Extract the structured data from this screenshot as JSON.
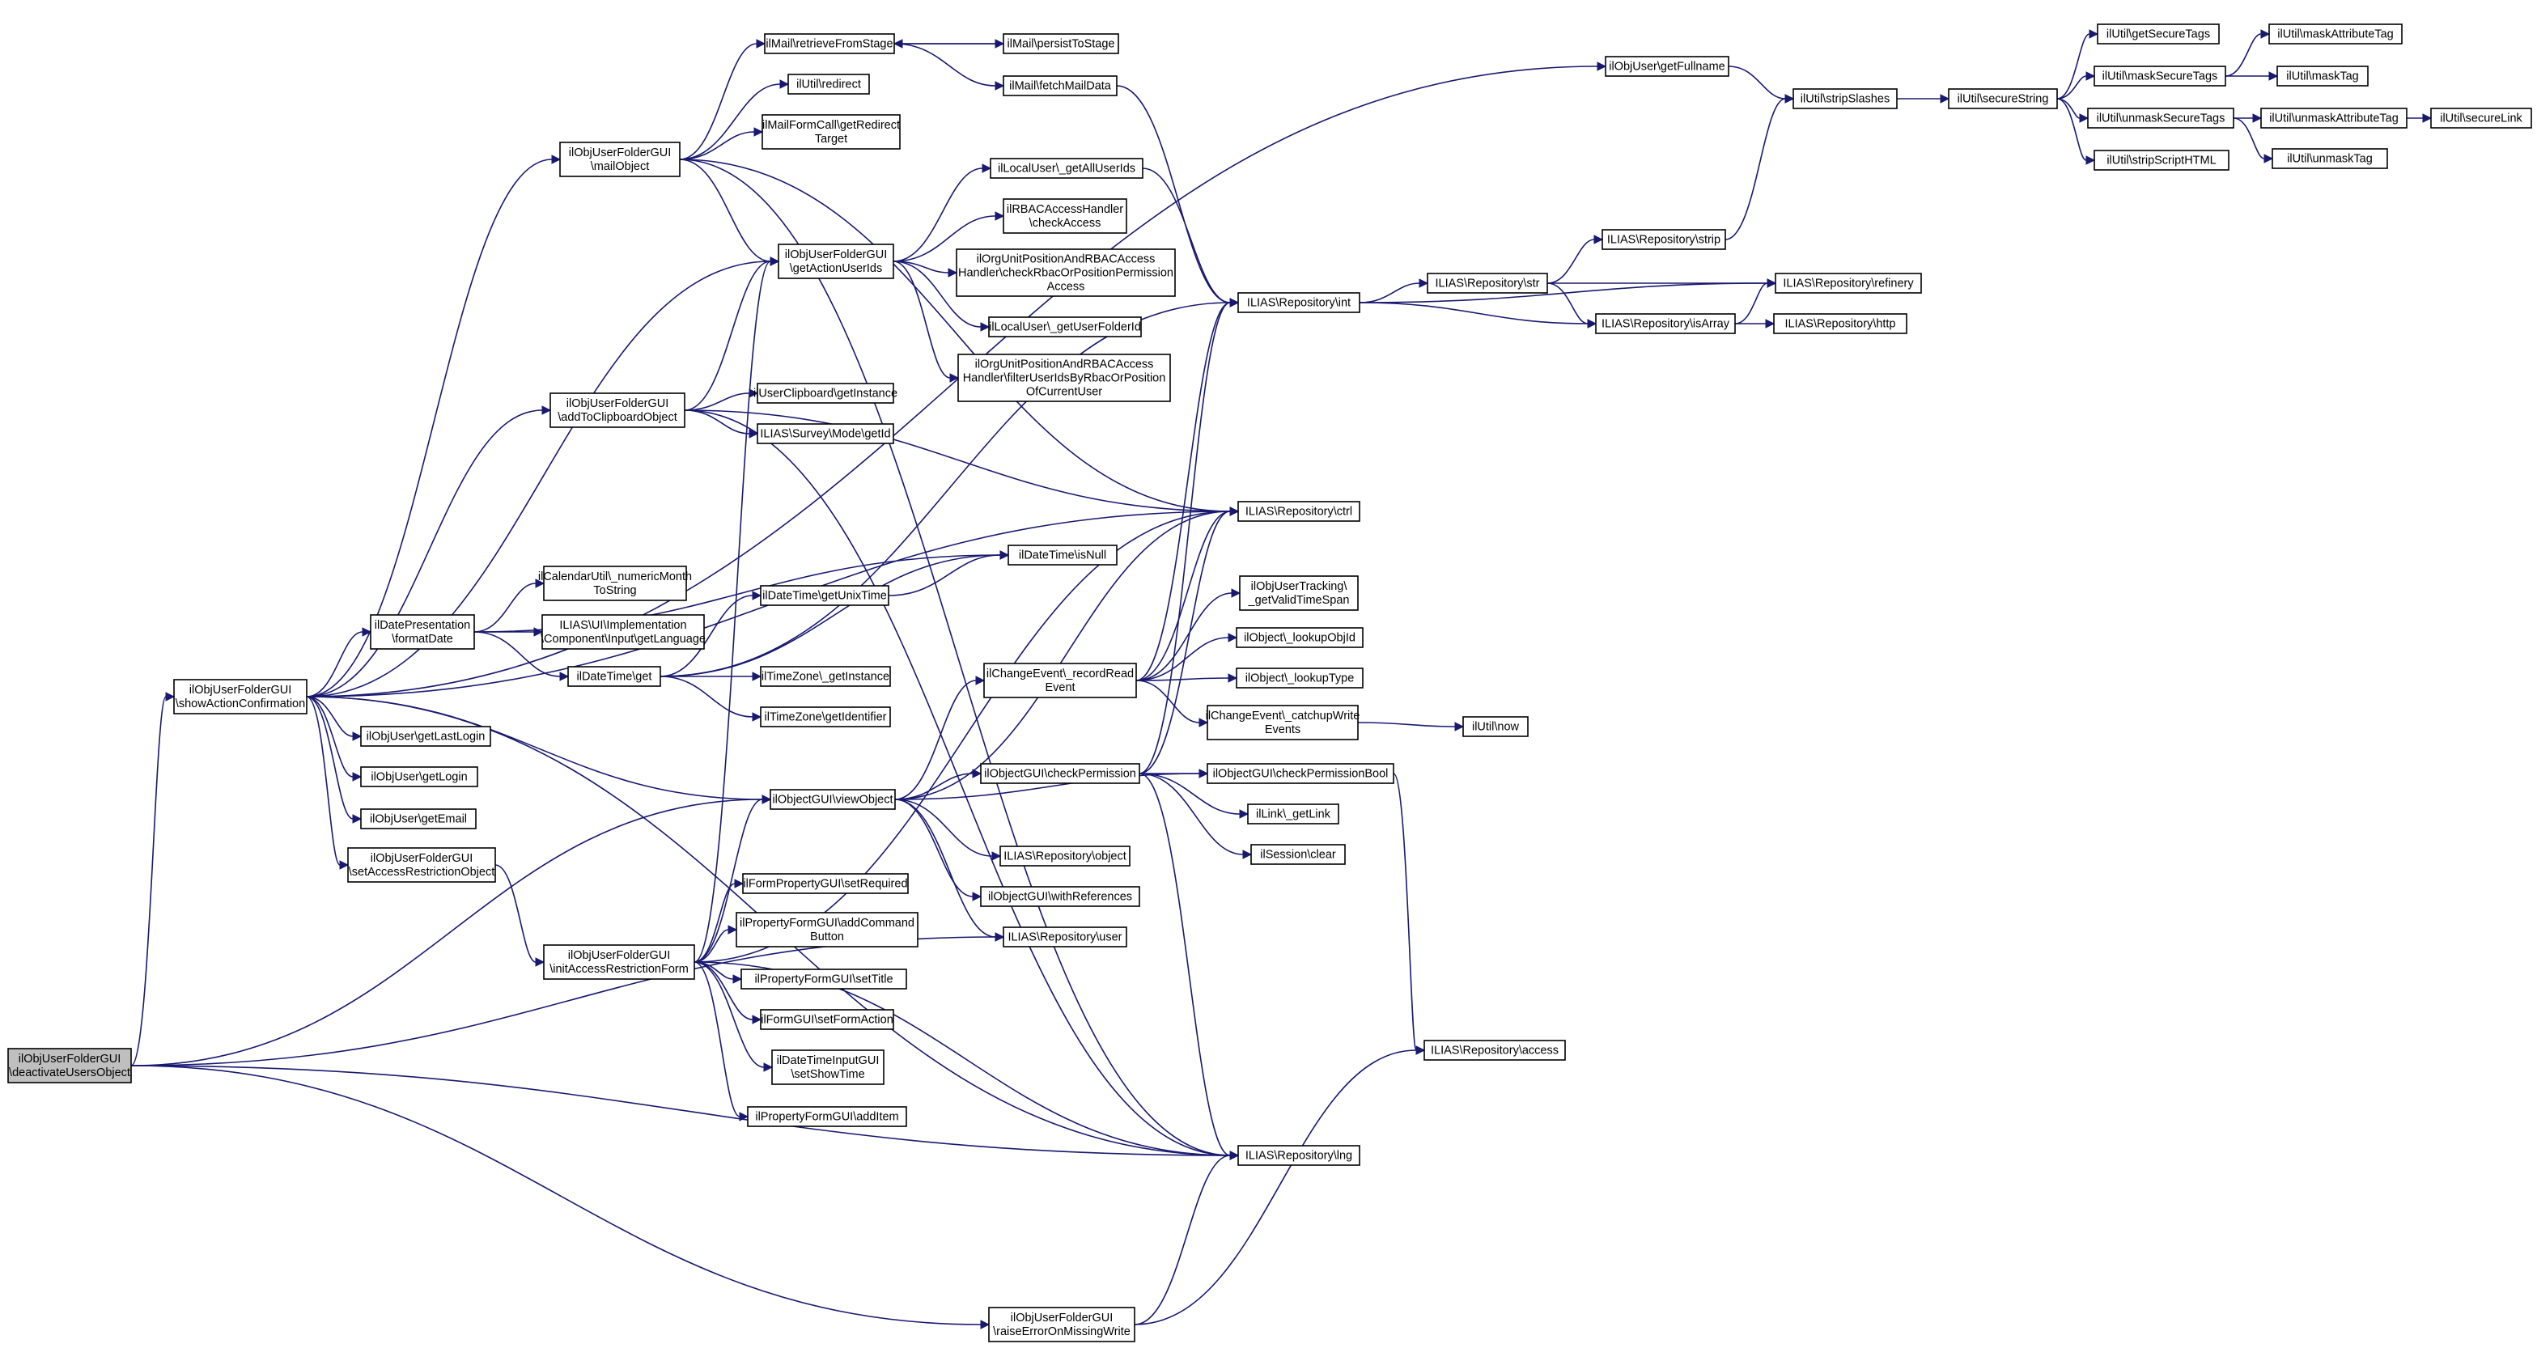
{
  "colors": {
    "edge": "#191970",
    "node_border": "#000000",
    "root_fill": "#bfbfbf",
    "node_fill": "#ffffff"
  },
  "nodes": {
    "n_deactivate": [
      "ilObjUserFolderGUI",
      "\\deactivateUsersObject"
    ],
    "n_showAction": [
      "ilObjUserFolderGUI",
      "\\showActionConfirmation"
    ],
    "n_mailObject": [
      "ilObjUserFolderGUI",
      "\\mailObject"
    ],
    "n_addClip": [
      "ilObjUserFolderGUI",
      "\\addToClipboardObject"
    ],
    "n_getActionUserIds": [
      "ilObjUserFolderGUI",
      "\\getActionUserIds"
    ],
    "n_formatDate": [
      "ilDatePresentation",
      "\\formatDate"
    ],
    "n_getLastLogin": [
      "ilObjUser\\getLastLogin"
    ],
    "n_getLogin": [
      "ilObjUser\\getLogin"
    ],
    "n_getEmail": [
      "ilObjUser\\getEmail"
    ],
    "n_setAccess": [
      "ilObjUserFolderGUI",
      "\\setAccessRestrictionObject"
    ],
    "n_initAccess": [
      "ilObjUserFolderGUI",
      "\\initAccessRestrictionForm"
    ],
    "n_raiseError": [
      "ilObjUserFolderGUI",
      "\\raiseErrorOnMissingWrite"
    ],
    "n_retrieveFromStage": [
      "ilMail\\retrieveFromStage"
    ],
    "n_persistToStage": [
      "ilMail\\persistToStage"
    ],
    "n_fetchMailData": [
      "ilMail\\fetchMailData"
    ],
    "n_redirect": [
      "ilUtil\\redirect"
    ],
    "n_getRedirectTarget": [
      "ilMailFormCall\\getRedirect",
      "Target"
    ],
    "n_getAllUserIds": [
      "ilLocalUser\\_getAllUserIds"
    ],
    "n_checkAccess": [
      "ilRBACAccessHandler",
      "\\checkAccess"
    ],
    "n_checkRbacOrPos": [
      "ilOrgUnitPositionAndRBACAccess",
      "Handler\\checkRbacOrPositionPermission",
      "Access"
    ],
    "n_getUserFolderId": [
      "ilLocalUser\\_getUserFolderId"
    ],
    "n_filterUserIds": [
      "ilOrgUnitPositionAndRBACAccess",
      "Handler\\filterUserIdsByRbacOrPosition",
      "OfCurrentUser"
    ],
    "n_clipGetInstance": [
      "ilUserClipboard\\getInstance"
    ],
    "n_surveyGetId": [
      "ILIAS\\Survey\\Mode\\getId"
    ],
    "n_numericMonth": [
      "ilCalendarUtil\\_numericMonth",
      "ToString"
    ],
    "n_getLanguage": [
      "ILIAS\\UI\\Implementation",
      "\\Component\\Input\\getLanguage"
    ],
    "n_dateGet": [
      "ilDateTime\\get"
    ],
    "n_isNull": [
      "ilDateTime\\isNull"
    ],
    "n_getUnixTime": [
      "ilDateTime\\getUnixTime"
    ],
    "n_tzGetInstance": [
      "ilTimeZone\\_getInstance"
    ],
    "n_tzGetIdentifier": [
      "ilTimeZone\\getIdentifier"
    ],
    "n_viewObject": [
      "ilObjectGUI\\viewObject"
    ],
    "n_setRequired": [
      "ilFormPropertyGUI\\setRequired"
    ],
    "n_addCommandButton": [
      "ilPropertyFormGUI\\addCommand",
      "Button"
    ],
    "n_setTitle": [
      "ilPropertyFormGUI\\setTitle"
    ],
    "n_setFormAction": [
      "ilFormGUI\\setFormAction"
    ],
    "n_setShowTime": [
      "ilDateTimeInputGUI",
      "\\setShowTime"
    ],
    "n_addItem": [
      "ilPropertyFormGUI\\addItem"
    ],
    "n_recordRead": [
      "ilChangeEvent\\_recordRead",
      "Event"
    ],
    "n_checkPermission": [
      "ilObjectGUI\\checkPermission"
    ],
    "n_repoObject": [
      "ILIAS\\Repository\\object"
    ],
    "n_withReferences": [
      "ilObjectGUI\\withReferences"
    ],
    "n_repoUser": [
      "ILIAS\\Repository\\user"
    ],
    "n_getFullname": [
      "ilObjUser\\getFullname"
    ],
    "n_repoInt": [
      "ILIAS\\Repository\\int"
    ],
    "n_repoCtrl": [
      "ILIAS\\Repository\\ctrl"
    ],
    "n_getValidTimeSpan": [
      "ilObjUserTracking\\",
      "_getValidTimeSpan"
    ],
    "n_lookupObjId": [
      "ilObject\\_lookupObjId"
    ],
    "n_lookupType": [
      "ilObject\\_lookupType"
    ],
    "n_catchupWrite": [
      "ilChangeEvent\\_catchupWrite",
      "Events"
    ],
    "n_checkPermissionBool": [
      "ilObjectGUI\\checkPermissionBool"
    ],
    "n_getLink": [
      "ilLink\\_getLink"
    ],
    "n_sessionClear": [
      "ilSession\\clear"
    ],
    "n_repoLng": [
      "ILIAS\\Repository\\lng"
    ],
    "n_repoAccess": [
      "ILIAS\\Repository\\access"
    ],
    "n_utilNow": [
      "ilUtil\\now"
    ],
    "n_stripSlashes": [
      "ilUtil\\stripSlashes"
    ],
    "n_repoStr": [
      "ILIAS\\Repository\\str"
    ],
    "n_repoStrip": [
      "ILIAS\\Repository\\strip"
    ],
    "n_repoIsArray": [
      "ILIAS\\Repository\\isArray"
    ],
    "n_repoRefinery": [
      "ILIAS\\Repository\\refinery"
    ],
    "n_repoHttp": [
      "ILIAS\\Repository\\http"
    ],
    "n_secureString": [
      "ilUtil\\secureString"
    ],
    "n_getSecureTags": [
      "ilUtil\\getSecureTags"
    ],
    "n_maskSecureTags": [
      "ilUtil\\maskSecureTags"
    ],
    "n_unmaskSecureTags": [
      "ilUtil\\unmaskSecureTags"
    ],
    "n_stripScriptHTML": [
      "ilUtil\\stripScriptHTML"
    ],
    "n_maskAttributeTag": [
      "ilUtil\\maskAttributeTag"
    ],
    "n_maskTag": [
      "ilUtil\\maskTag"
    ],
    "n_unmaskAttributeTag": [
      "ilUtil\\unmaskAttributeTag"
    ],
    "n_unmaskTag": [
      "ilUtil\\unmaskTag"
    ],
    "n_secureLink": [
      "ilUtil\\secureLink"
    ]
  },
  "edges": [
    [
      "n_deactivate",
      "n_showAction"
    ],
    [
      "n_deactivate",
      "n_viewObject"
    ],
    [
      "n_deactivate",
      "n_repoUser"
    ],
    [
      "n_deactivate",
      "n_repoLng"
    ],
    [
      "n_deactivate",
      "n_raiseError"
    ],
    [
      "n_showAction",
      "n_mailObject"
    ],
    [
      "n_showAction",
      "n_addClip"
    ],
    [
      "n_showAction",
      "n_getActionUserIds"
    ],
    [
      "n_showAction",
      "n_formatDate"
    ],
    [
      "n_showAction",
      "n_getLastLogin"
    ],
    [
      "n_showAction",
      "n_getLogin"
    ],
    [
      "n_showAction",
      "n_getEmail"
    ],
    [
      "n_showAction",
      "n_setAccess"
    ],
    [
      "n_showAction",
      "n_viewObject"
    ],
    [
      "n_showAction",
      "n_getFullname"
    ],
    [
      "n_showAction",
      "n_repoCtrl"
    ],
    [
      "n_showAction",
      "n_repoLng"
    ],
    [
      "n_mailObject",
      "n_retrieveFromStage"
    ],
    [
      "n_mailObject",
      "n_redirect"
    ],
    [
      "n_mailObject",
      "n_getRedirectTarget"
    ],
    [
      "n_mailObject",
      "n_getActionUserIds"
    ],
    [
      "n_mailObject",
      "n_repoCtrl"
    ],
    [
      "n_mailObject",
      "n_repoLng"
    ],
    [
      "n_retrieveFromStage",
      "n_persistToStage"
    ],
    [
      "n_persistToStage",
      "n_retrieveFromStage"
    ],
    [
      "n_retrieveFromStage",
      "n_fetchMailData"
    ],
    [
      "n_fetchMailData",
      "n_repoInt"
    ],
    [
      "n_addClip",
      "n_getActionUserIds"
    ],
    [
      "n_addClip",
      "n_clipGetInstance"
    ],
    [
      "n_addClip",
      "n_surveyGetId"
    ],
    [
      "n_addClip",
      "n_repoCtrl"
    ],
    [
      "n_addClip",
      "n_repoLng"
    ],
    [
      "n_getActionUserIds",
      "n_getAllUserIds"
    ],
    [
      "n_getActionUserIds",
      "n_checkAccess"
    ],
    [
      "n_getActionUserIds",
      "n_checkRbacOrPos"
    ],
    [
      "n_getActionUserIds",
      "n_getUserFolderId"
    ],
    [
      "n_getActionUserIds",
      "n_filterUserIds"
    ],
    [
      "n_getAllUserIds",
      "n_repoInt"
    ],
    [
      "n_formatDate",
      "n_isNull"
    ],
    [
      "n_formatDate",
      "n_numericMonth"
    ],
    [
      "n_formatDate",
      "n_getLanguage"
    ],
    [
      "n_formatDate",
      "n_dateGet"
    ],
    [
      "n_dateGet",
      "n_getUnixTime"
    ],
    [
      "n_dateGet",
      "n_isNull"
    ],
    [
      "n_dateGet",
      "n_tzGetInstance"
    ],
    [
      "n_dateGet",
      "n_tzGetIdentifier"
    ],
    [
      "n_dateGet",
      "n_repoInt"
    ],
    [
      "n_getUnixTime",
      "n_isNull"
    ],
    [
      "n_setAccess",
      "n_initAccess"
    ],
    [
      "n_initAccess",
      "n_getActionUserIds"
    ],
    [
      "n_initAccess",
      "n_viewObject"
    ],
    [
      "n_initAccess",
      "n_setRequired"
    ],
    [
      "n_initAccess",
      "n_addCommandButton"
    ],
    [
      "n_initAccess",
      "n_setTitle"
    ],
    [
      "n_initAccess",
      "n_setFormAction"
    ],
    [
      "n_initAccess",
      "n_setShowTime"
    ],
    [
      "n_initAccess",
      "n_addItem"
    ],
    [
      "n_initAccess",
      "n_repoCtrl"
    ],
    [
      "n_initAccess",
      "n_repoLng"
    ],
    [
      "n_viewObject",
      "n_recordRead"
    ],
    [
      "n_viewObject",
      "n_checkPermission"
    ],
    [
      "n_viewObject",
      "n_repoObject"
    ],
    [
      "n_viewObject",
      "n_withReferences"
    ],
    [
      "n_viewObject",
      "n_repoUser"
    ],
    [
      "n_viewObject",
      "n_checkPermissionBool"
    ],
    [
      "n_viewObject",
      "n_repoCtrl"
    ],
    [
      "n_recordRead",
      "n_repoInt"
    ],
    [
      "n_recordRead",
      "n_repoCtrl"
    ],
    [
      "n_recordRead",
      "n_getValidTimeSpan"
    ],
    [
      "n_recordRead",
      "n_lookupObjId"
    ],
    [
      "n_recordRead",
      "n_lookupType"
    ],
    [
      "n_recordRead",
      "n_catchupWrite"
    ],
    [
      "n_catchupWrite",
      "n_utilNow"
    ],
    [
      "n_checkPermission",
      "n_checkPermissionBool"
    ],
    [
      "n_checkPermission",
      "n_getLink"
    ],
    [
      "n_checkPermission",
      "n_sessionClear"
    ],
    [
      "n_checkPermission",
      "n_repoLng"
    ],
    [
      "n_checkPermission",
      "n_repoCtrl"
    ],
    [
      "n_checkPermission",
      "n_repoInt"
    ],
    [
      "n_checkPermissionBool",
      "n_repoAccess"
    ],
    [
      "n_raiseError",
      "n_repoLng"
    ],
    [
      "n_raiseError",
      "n_repoAccess"
    ],
    [
      "n_getFullname",
      "n_stripSlashes"
    ],
    [
      "n_stripSlashes",
      "n_secureString"
    ],
    [
      "n_repoInt",
      "n_repoStr"
    ],
    [
      "n_repoInt",
      "n_repoIsArray"
    ],
    [
      "n_repoInt",
      "n_repoRefinery"
    ],
    [
      "n_repoStr",
      "n_repoStrip"
    ],
    [
      "n_repoStr",
      "n_repoRefinery"
    ],
    [
      "n_repoStr",
      "n_repoIsArray"
    ],
    [
      "n_repoStrip",
      "n_stripSlashes"
    ],
    [
      "n_repoIsArray",
      "n_repoRefinery"
    ],
    [
      "n_repoIsArray",
      "n_repoHttp"
    ],
    [
      "n_secureString",
      "n_getSecureTags"
    ],
    [
      "n_secureString",
      "n_maskSecureTags"
    ],
    [
      "n_secureString",
      "n_unmaskSecureTags"
    ],
    [
      "n_secureString",
      "n_stripScriptHTML"
    ],
    [
      "n_maskSecureTags",
      "n_maskAttributeTag"
    ],
    [
      "n_maskSecureTags",
      "n_maskTag"
    ],
    [
      "n_unmaskSecureTags",
      "n_unmaskAttributeTag"
    ],
    [
      "n_unmaskSecureTags",
      "n_unmaskTag"
    ],
    [
      "n_unmaskAttributeTag",
      "n_secureLink"
    ]
  ]
}
